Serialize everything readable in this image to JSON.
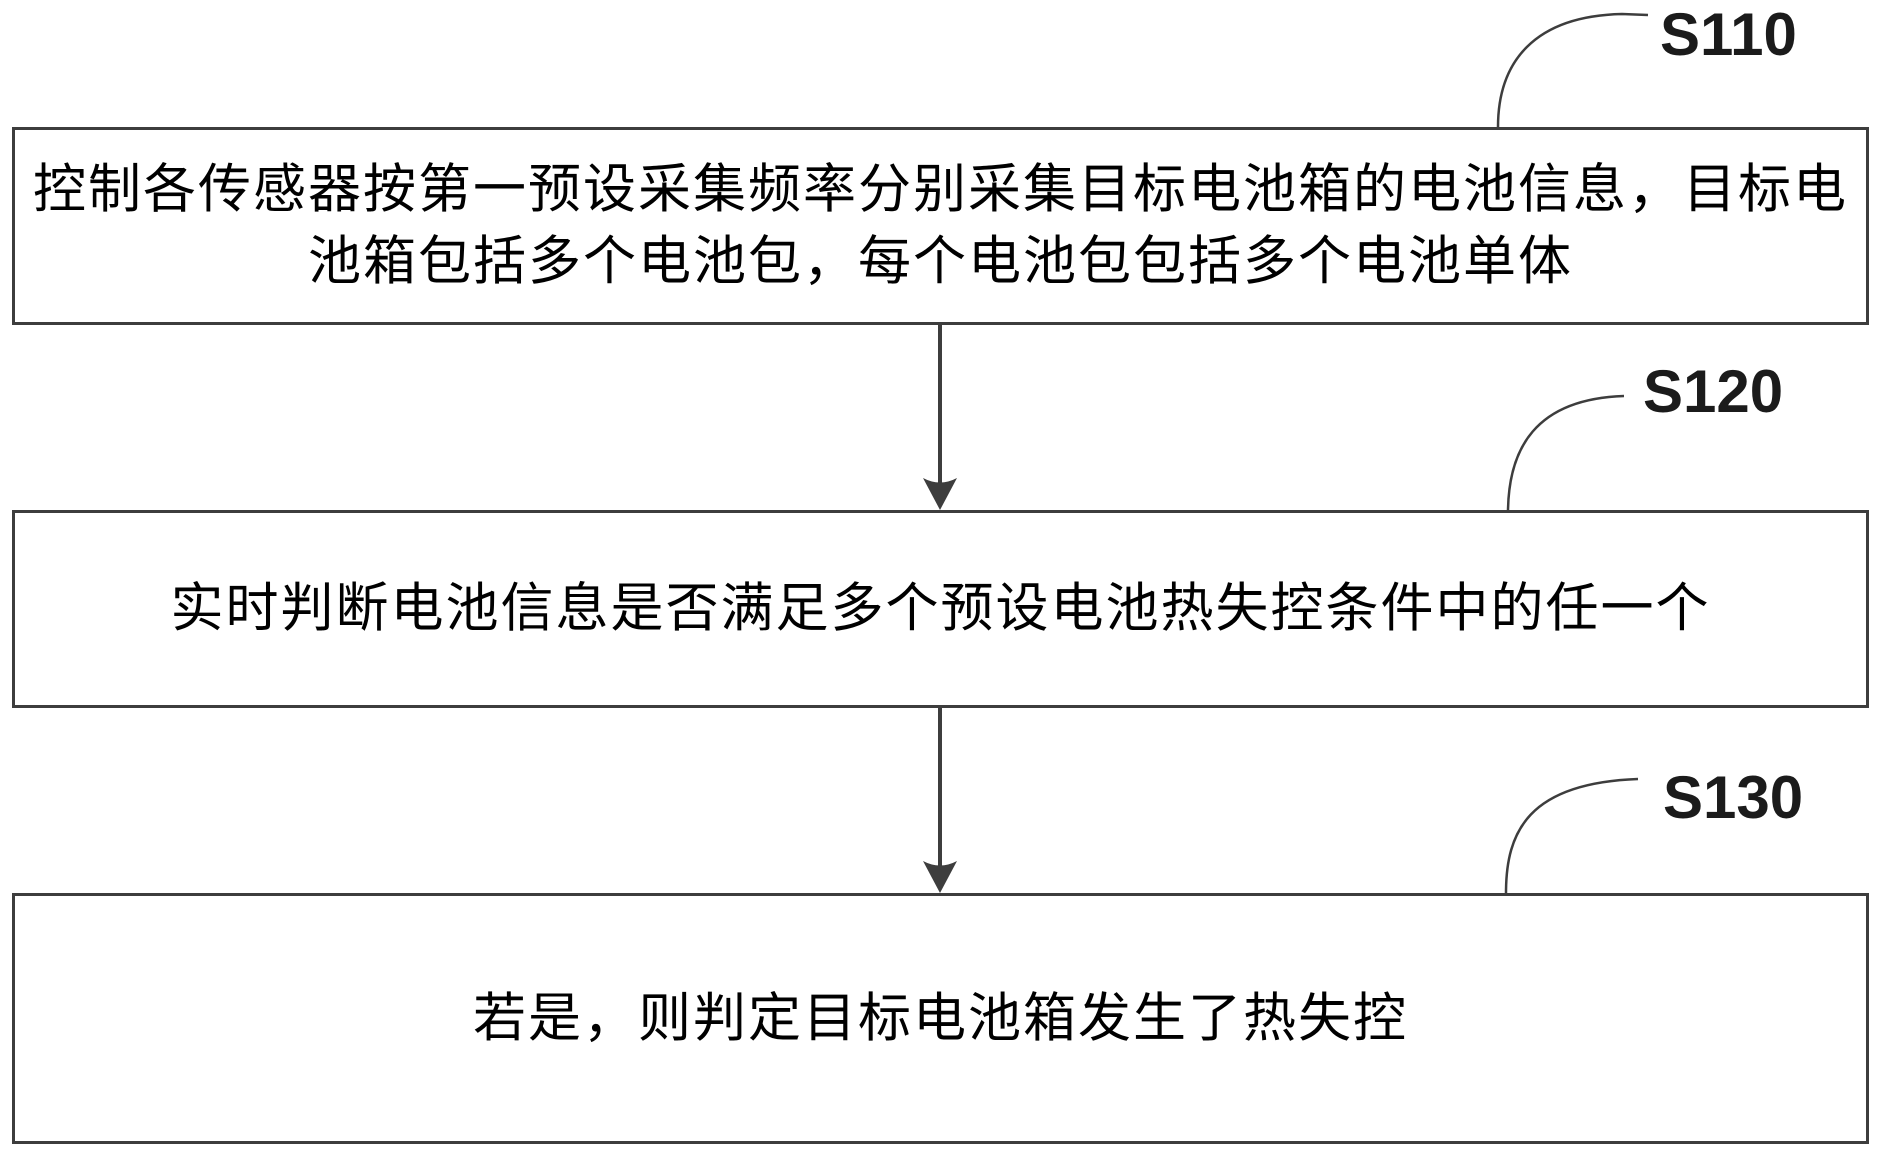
{
  "figure": {
    "type": "flowchart",
    "background_color": "#ffffff",
    "line_color": "#3d3d3d",
    "text_color": "#000000"
  },
  "boxes": [
    {
      "step_label": "S110",
      "lines": [
        "控制各传感器按第一预设采集频率分别采集目标电池箱的电池信息，目标电",
        "池箱包括多个电池包，每个电池包包括多个电池单体"
      ]
    },
    {
      "step_label": "S120",
      "lines": [
        "实时判断电池信息是否满足多个预设电池热失控条件中的任一个"
      ]
    },
    {
      "step_label": "S130",
      "lines": [
        "若是，则判定目标电池箱发生了热失控"
      ]
    }
  ]
}
